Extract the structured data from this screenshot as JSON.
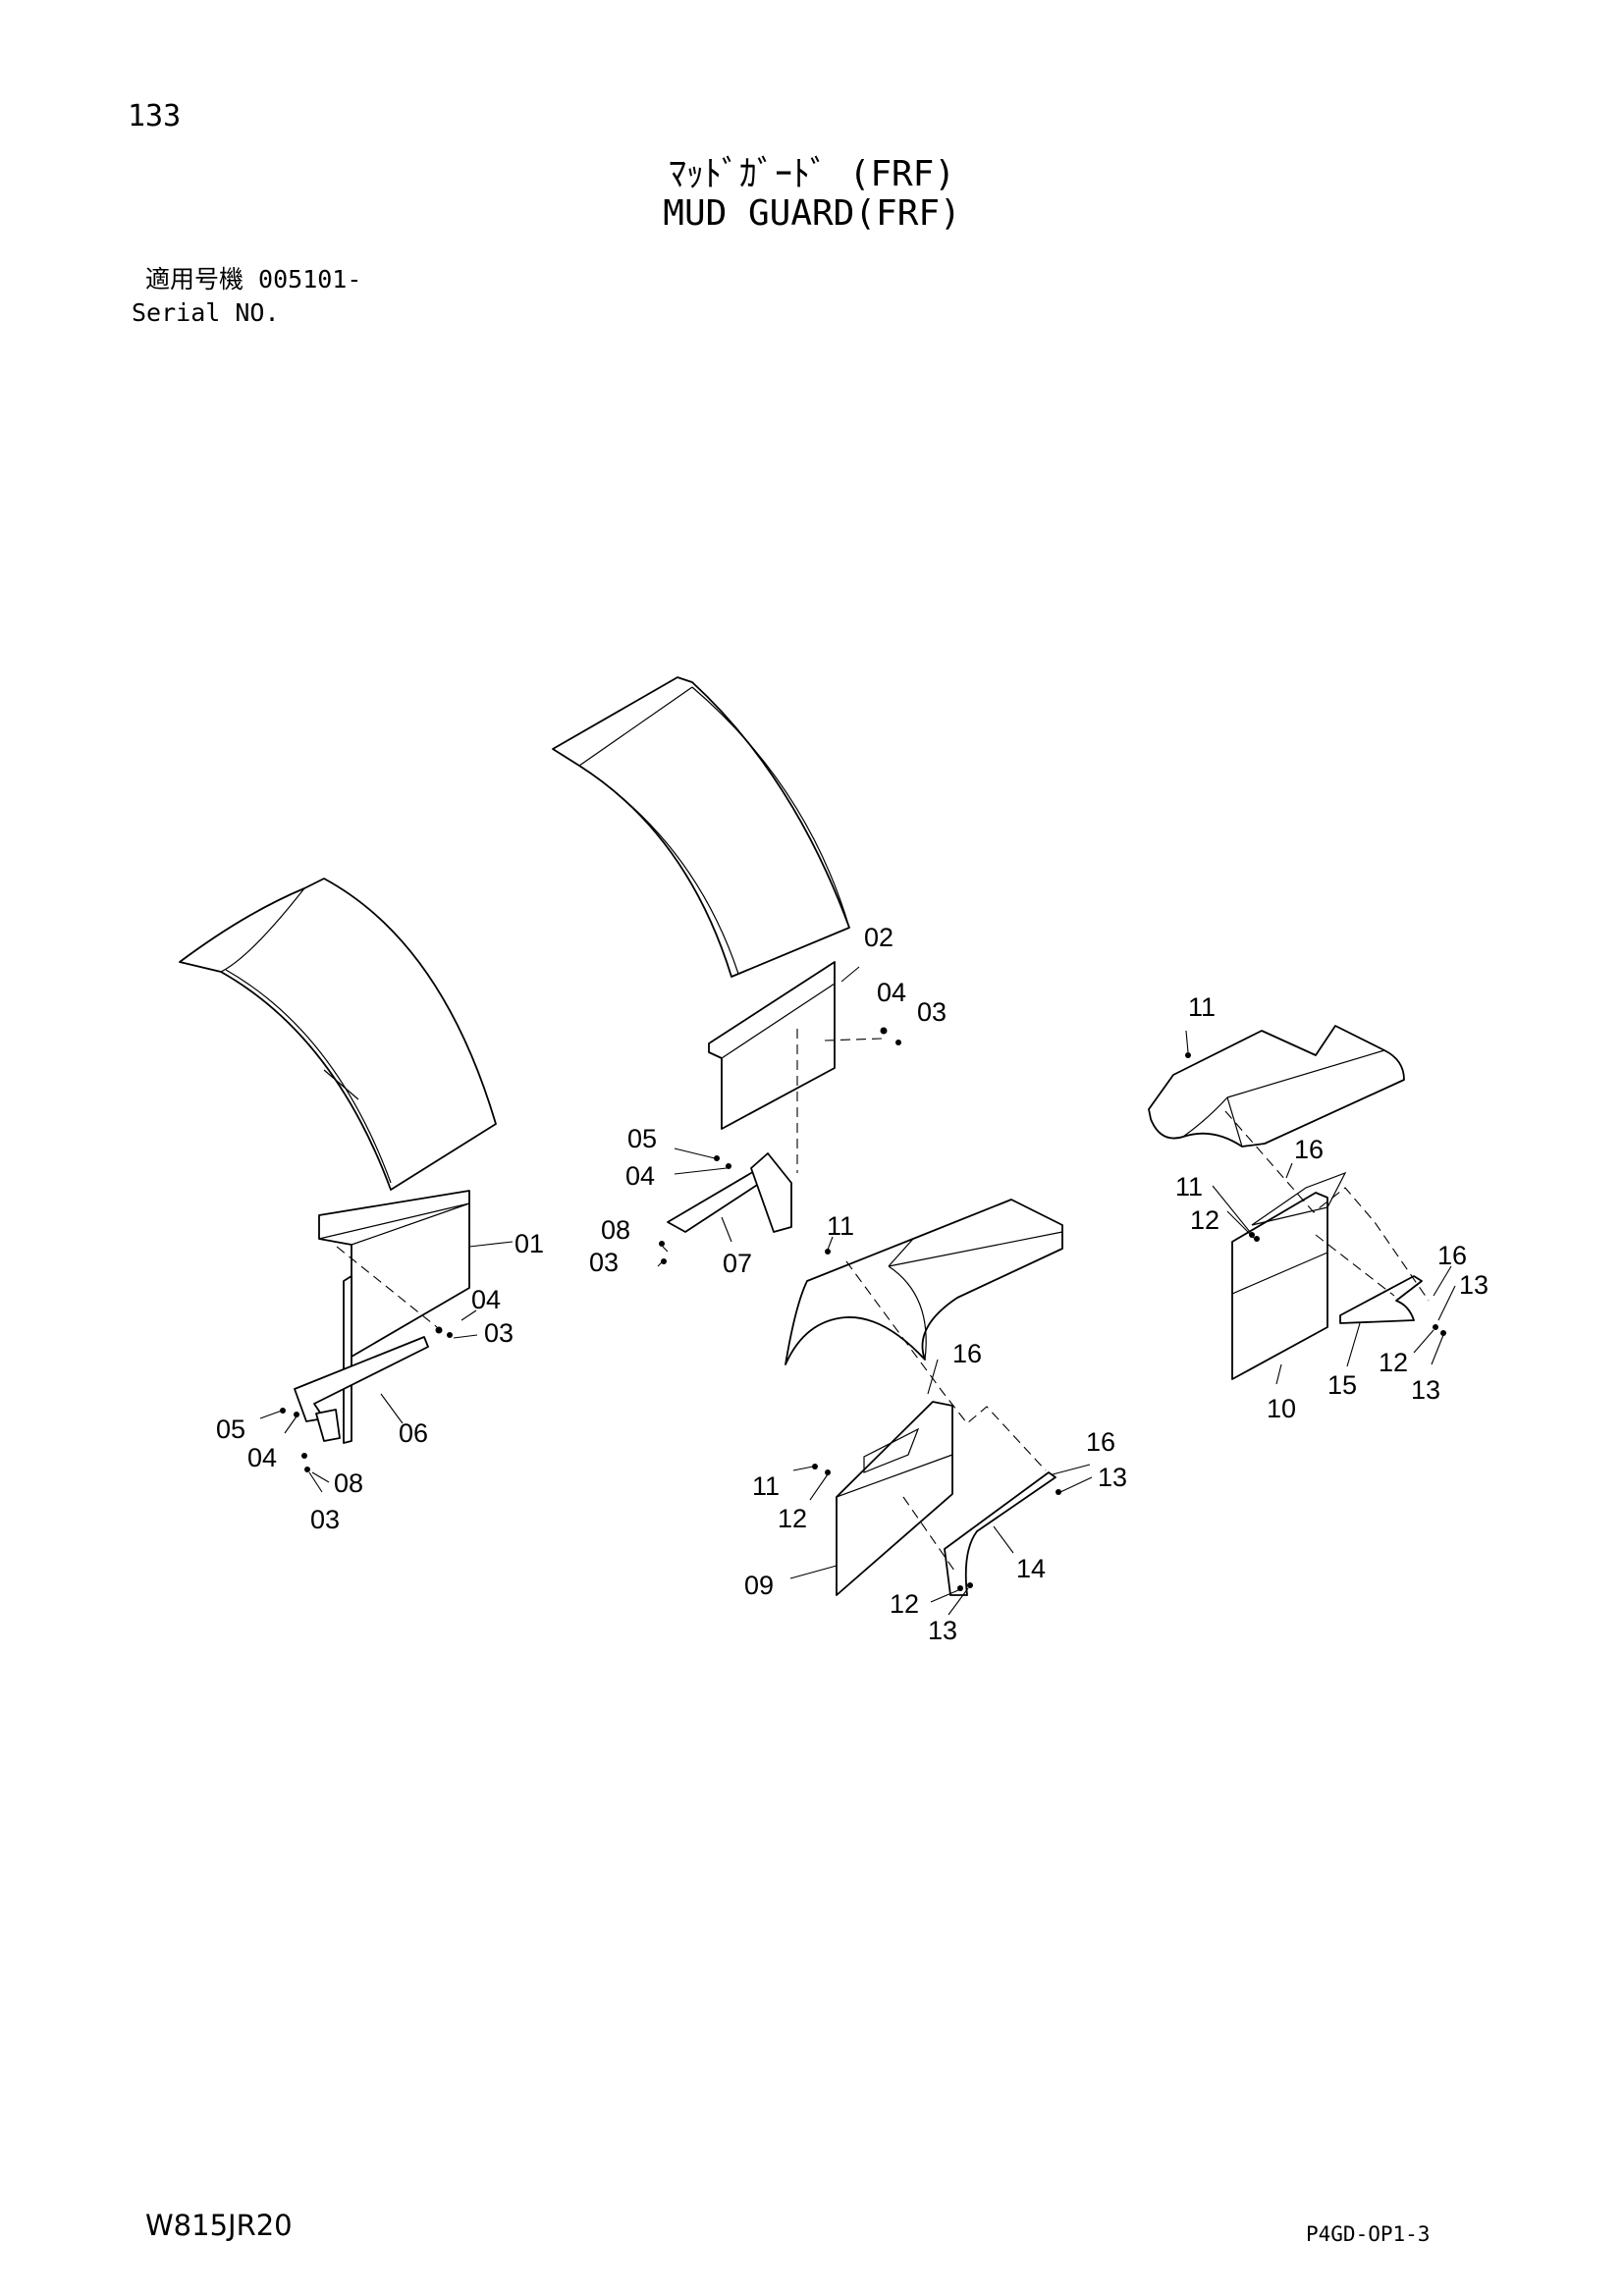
{
  "page": {
    "number": "133",
    "title_jp": "ﾏｯﾄﾞｶﾞｰﾄﾞ (FRF)",
    "title_en": "MUD GUARD(FRF)",
    "serial_label_jp": "適用号機 005101-",
    "serial_label_en": "Serial NO.",
    "model": "W815JR20",
    "drawing_code": "P4GD-OP1-3"
  },
  "callouts": {
    "c01": "01",
    "c02": "02",
    "c03a": "03",
    "c03b": "03",
    "c03c": "03",
    "c03d": "03",
    "c04a": "04",
    "c04b": "04",
    "c04c": "04",
    "c04d": "04",
    "c05a": "05",
    "c05b": "05",
    "c06": "06",
    "c07": "07",
    "c08a": "08",
    "c08b": "08",
    "c09": "09",
    "c10": "10",
    "c11a": "11",
    "c11b": "11",
    "c11c": "11",
    "c11d": "11",
    "c12a": "12",
    "c12b": "12",
    "c12c": "12",
    "c12d": "12",
    "c13a": "13",
    "c13b": "13",
    "c13c": "13",
    "c13d": "13",
    "c14": "14",
    "c15": "15",
    "c16a": "16",
    "c16b": "16",
    "c16c": "16",
    "c16d": "16"
  }
}
